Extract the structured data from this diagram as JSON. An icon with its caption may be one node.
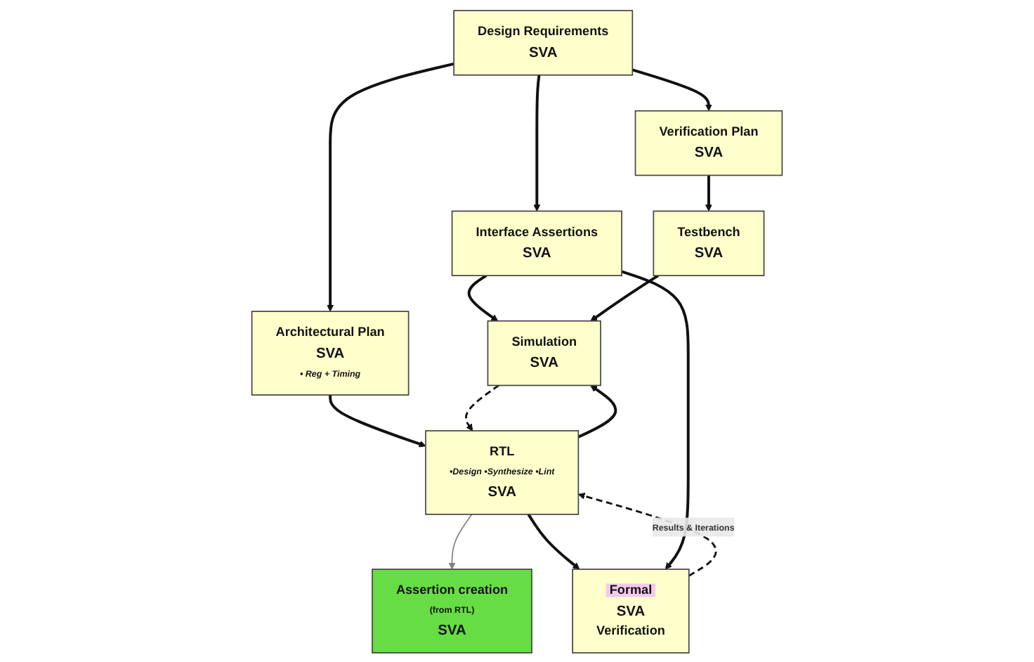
{
  "diagram": {
    "nodes": [
      {
        "text": [
          "Design Requirements",
          "SVA"
        ]
      },
      {
        "text": [
          "Interface Assertions",
          "SVA"
        ]
      },
      {
        "text": [
          "Architectural Plan",
          "SVA",
          "• Reg + Timing"
        ]
      },
      {
        "text": [
          "Verification Plan",
          "SVA"
        ]
      },
      {
        "text": [
          "Assertion creation",
          "(from RTL)",
          "SVA"
        ]
      },
      {
        "text": [
          "Testbench",
          "SVA"
        ]
      },
      {
        "text": [
          "RTL",
          "•Design •Synthesize •Lint",
          "SVA"
        ]
      },
      {
        "text": [
          "Simulation",
          "SVA"
        ]
      },
      {
        "text": [
          "Formal",
          "SVA",
          "Verification"
        ]
      }
    ],
    "edges": [
      {
        "from": 0,
        "to": 1,
        "arrow": "to"
      },
      {
        "from": 0,
        "to": 2,
        "arrow": "to"
      },
      {
        "from": 0,
        "to": 3,
        "arrow": "to"
      },
      {
        "from": 2,
        "to": 6,
        "arrow": "to"
      },
      {
        "from": 3,
        "to": 5,
        "arrow": "to"
      },
      {
        "from": 6,
        "to": 4,
        "arrow": "to",
        "color": "#808080"
      },
      {
        "from": 1,
        "to": 7,
        "arrow": "to"
      },
      {
        "from": 5,
        "to": 7,
        "arrow": "to"
      },
      {
        "from": 6,
        "to": 7,
        "arrow": "to"
      },
      {
        "from": 6,
        "to": 8,
        "arrow": "to"
      },
      {
        "from": 1,
        "to": 8,
        "arrow": "to"
      },
      {
        "from": 8,
        "to": 6,
        "arrow": "to",
        "style": "dashed",
        "label": "Results & Iterations"
      },
      {
        "from": 7,
        "to": 6,
        "arrow": "to",
        "style": "dashed"
      }
    ]
  }
}
